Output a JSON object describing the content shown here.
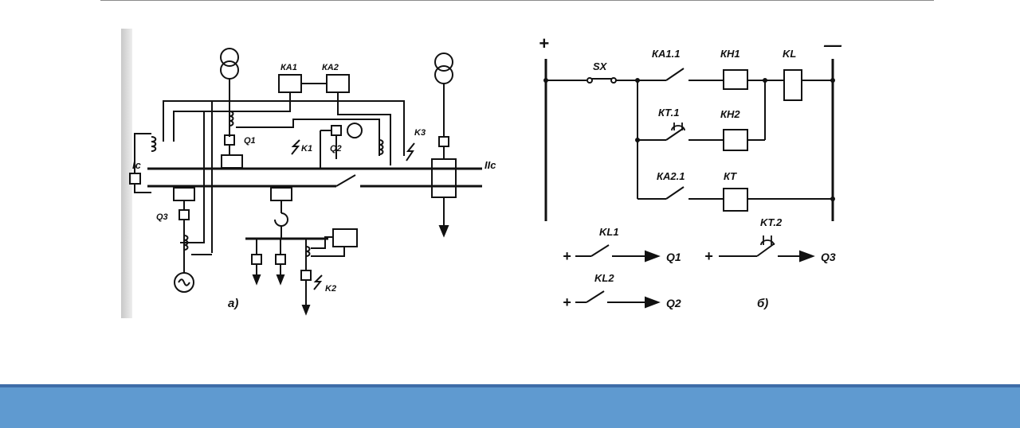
{
  "scheme_a": {
    "caption": "а)",
    "relays": [
      "КА1",
      "КА2"
    ],
    "breakers": [
      "Q1",
      "Q2",
      "Q3"
    ],
    "faults": [
      "K1",
      "K2",
      "K3"
    ],
    "buses": [
      "Iс",
      "IIс"
    ]
  },
  "scheme_b": {
    "caption": "б)",
    "polarity": {
      "plus": "+",
      "minus": "—"
    },
    "switch": "SX",
    "contacts": [
      "КА1.1",
      "КТ.1",
      "КА2.1"
    ],
    "coils": [
      "КН1",
      "КН2",
      "КТ",
      "KL"
    ],
    "outputs": [
      {
        "contact": "KL1",
        "target": "Q1"
      },
      {
        "contact": "KT.2",
        "target": "Q3"
      },
      {
        "contact": "KL2",
        "target": "Q2"
      }
    ],
    "out_plus": "+"
  },
  "colors": {
    "footer": "#5f9ad0",
    "footer_edge": "#3e6da8",
    "ink": "#111111"
  }
}
